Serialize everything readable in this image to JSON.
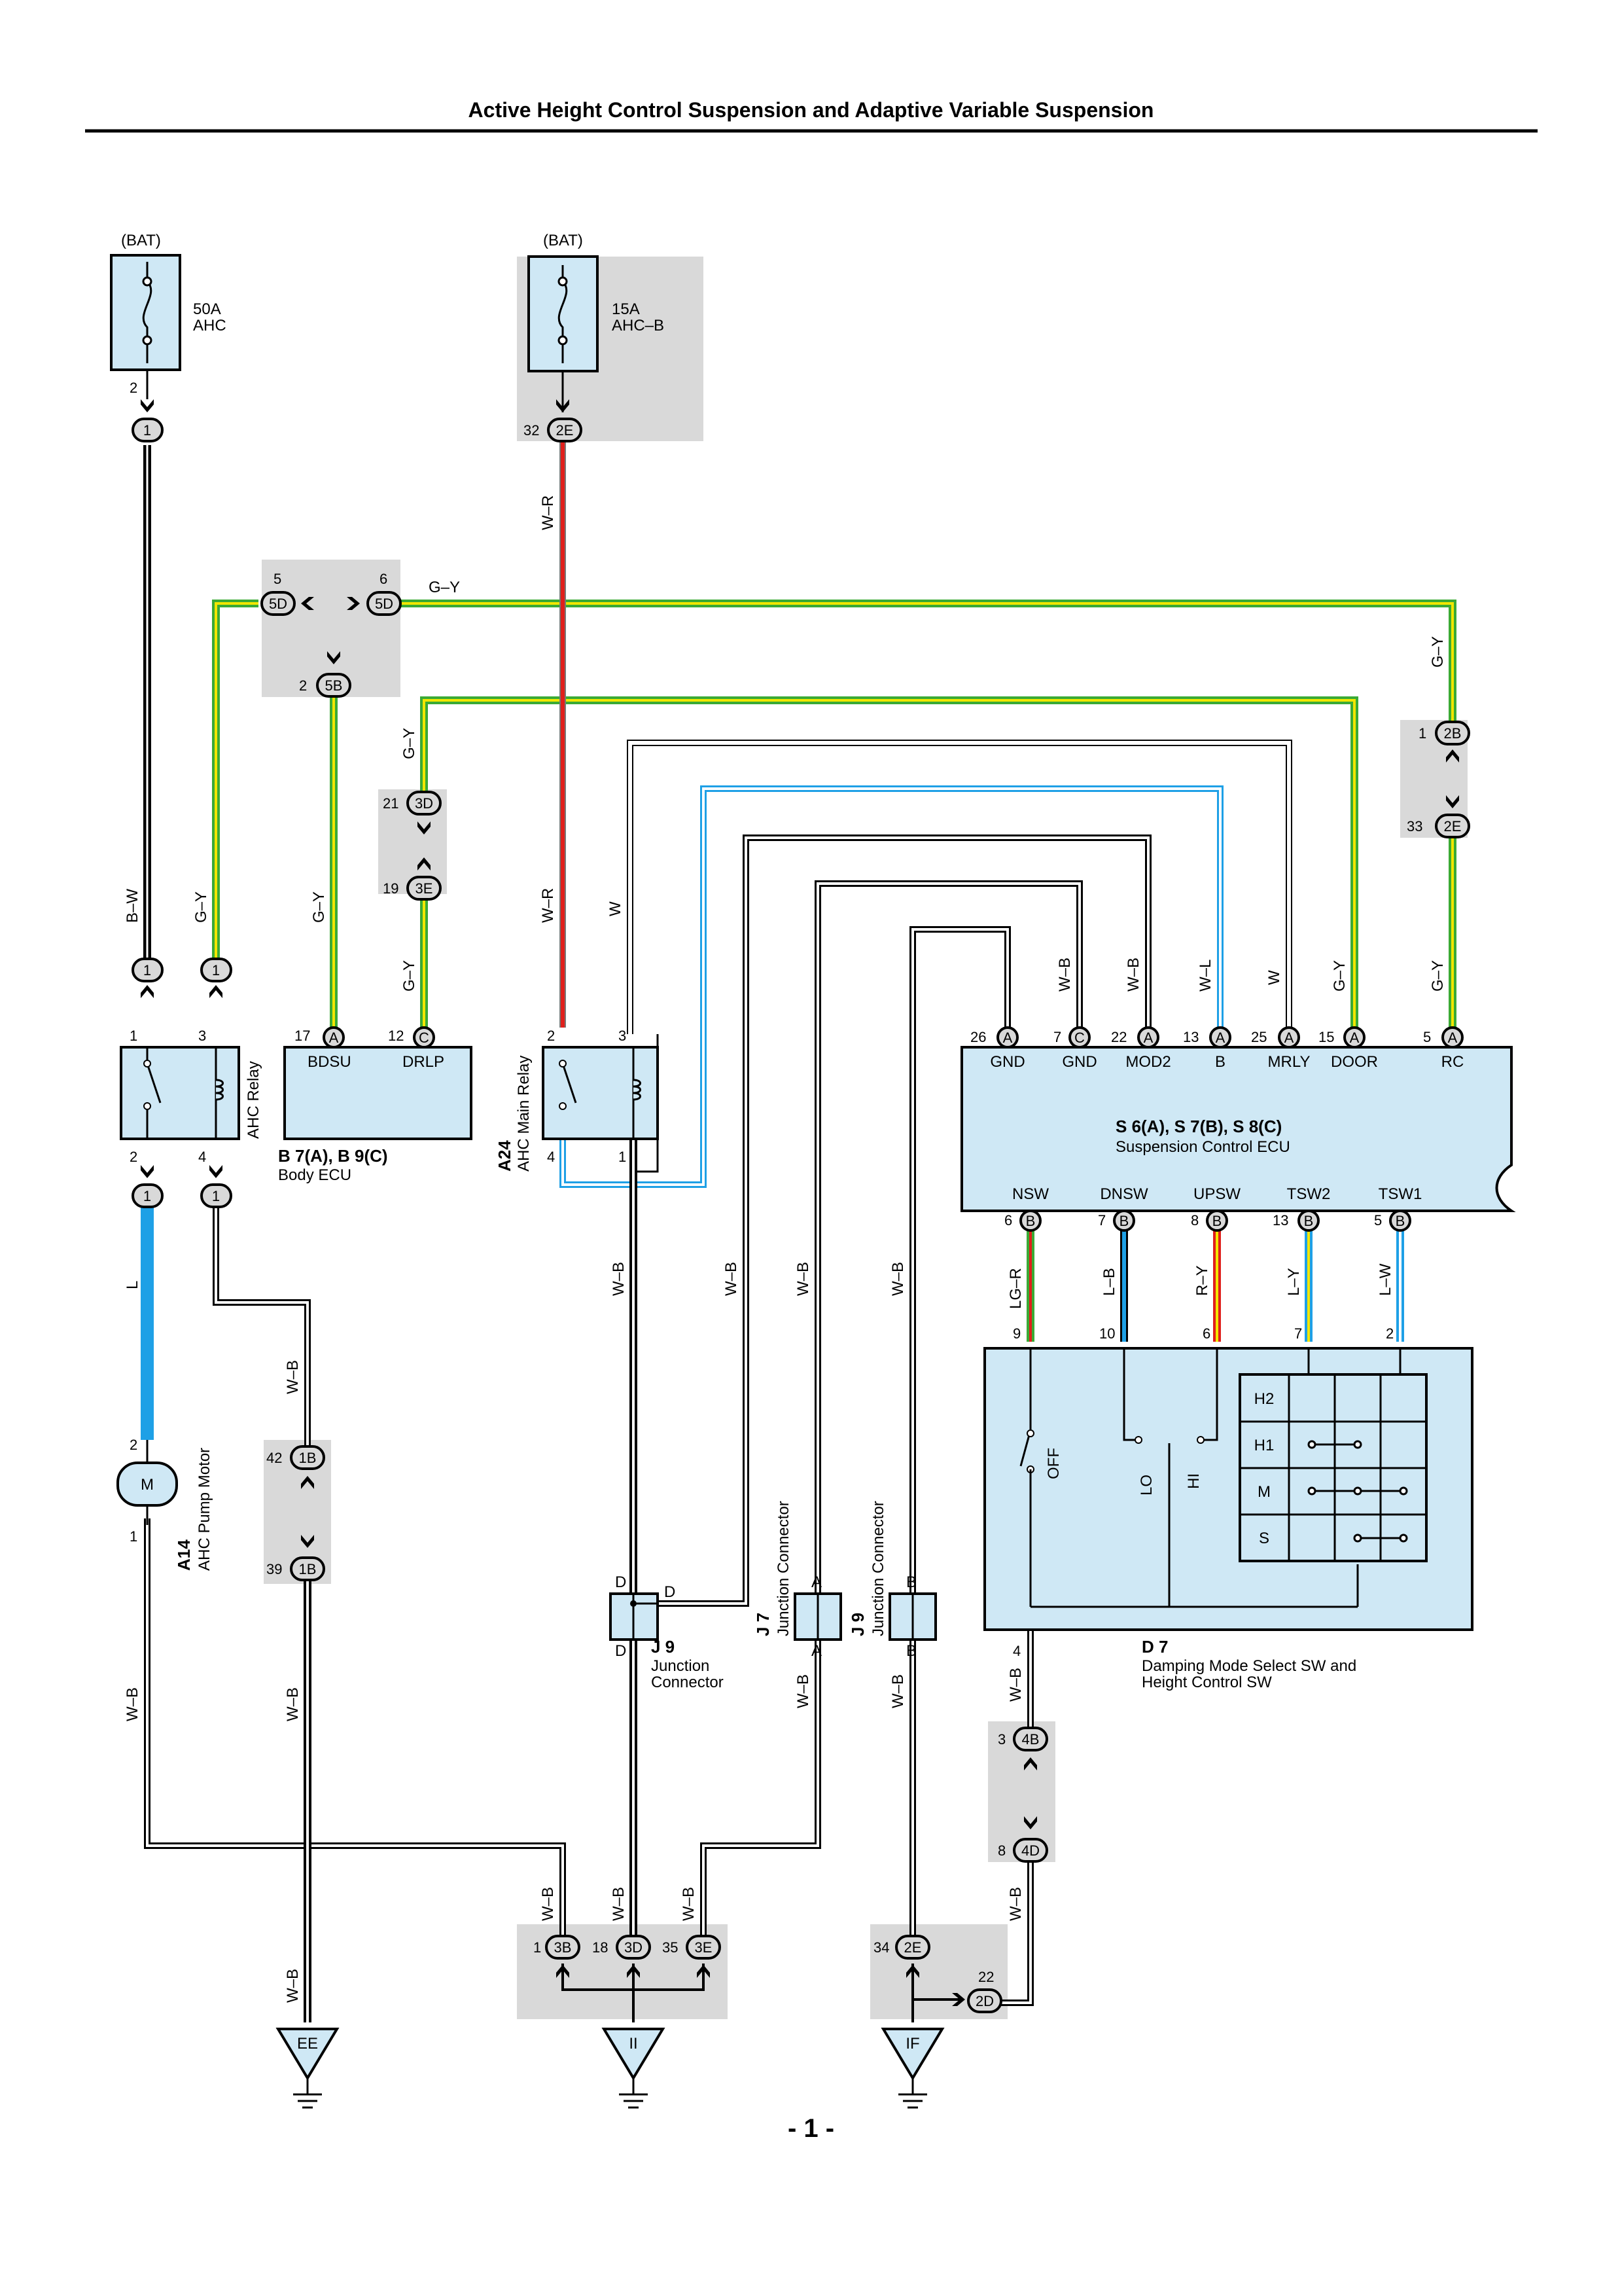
{
  "header": {
    "title": "Active Height Control Suspension and Adaptive Variable Suspension"
  },
  "footer": {
    "page": "- 1 -"
  },
  "colors": {
    "ecu_fill": "#cfe8f5",
    "shade": "#d9d9d9",
    "wire_red": "#e0201c",
    "wire_blue": "#1ea0e6",
    "wire_green": "#3aaa35",
    "wire_yellow": "#f2e600",
    "wire_black": "#000000"
  },
  "power": {
    "bat1": "(BAT)",
    "fuse1_rating": "50A",
    "fuse1_name": "AHC",
    "bat2": "(BAT)",
    "fuse2_rating": "15A",
    "fuse2_name": "AHC–B"
  },
  "wires": {
    "bw": "B–W",
    "gy": "G–Y",
    "wr": "W–R",
    "w": "W",
    "wb": "W–B",
    "wl": "W–L",
    "l": "L",
    "lgr": "LG–R",
    "lb": "L–B",
    "ry": "R–Y",
    "ly": "L–Y",
    "lw": "L–W"
  },
  "connectors": {
    "c2e": "2E",
    "c5d": "5D",
    "c5b": "5B",
    "c3d": "3D",
    "c3e": "3E",
    "c2b": "2B",
    "c1b": "1B",
    "c3b": "3B",
    "c4b": "4B",
    "c4d": "4D",
    "c2d": "2D",
    "one": "1",
    "a": "A",
    "b": "B",
    "c": "C",
    "d": "D"
  },
  "pins": {
    "p1": "1",
    "p2": "2",
    "p3": "3",
    "p4": "4",
    "p5": "5",
    "p6": "6",
    "p7": "7",
    "p8": "8",
    "p9": "9",
    "p10": "10",
    "p12": "12",
    "p13": "13",
    "p15": "15",
    "p17": "17",
    "p18": "18",
    "p19": "19",
    "p21": "21",
    "p22": "22",
    "p25": "25",
    "p26": "26",
    "p32": "32",
    "p33": "33",
    "p34": "34",
    "p35": "35",
    "p39": "39",
    "p42": "42"
  },
  "components": {
    "ahc_relay": "AHC Relay",
    "body_ecu_code": "B 7(A), B 9(C)",
    "body_ecu_name": "Body ECU",
    "bdsu": "BDSU",
    "drlp": "DRLP",
    "a24_code": "A24",
    "a24_name": "AHC Main Relay",
    "ecu_code": "S 6(A), S 7(B), S 8(C)",
    "ecu_name": "Suspension Control ECU",
    "ecu_top_pins": [
      "GND",
      "GND",
      "MOD2",
      "B",
      "MRLY",
      "DOOR",
      "RC"
    ],
    "ecu_bottom_pins": [
      "NSW",
      "DNSW",
      "UPSW",
      "TSW2",
      "TSW1"
    ],
    "a14_code": "A14",
    "a14_name": "AHC Pump Motor",
    "motor": "M",
    "j9_code": "J 9",
    "j9_name1": "Junction",
    "j9_name2": "Connector",
    "j7_code": "J 7",
    "j7_name": "Junction Connector",
    "j9b_code": "J 9",
    "j9b_name": "Junction Connector",
    "d7_code": "D 7",
    "d7_name1": "Damping Mode Select SW and",
    "d7_name2": "Height Control SW",
    "sw_off": "OFF",
    "sw_lo": "LO",
    "sw_hi": "HI",
    "modes": [
      "H2",
      "H1",
      "M",
      "S"
    ],
    "grounds": [
      "EE",
      "II",
      "IF"
    ]
  }
}
